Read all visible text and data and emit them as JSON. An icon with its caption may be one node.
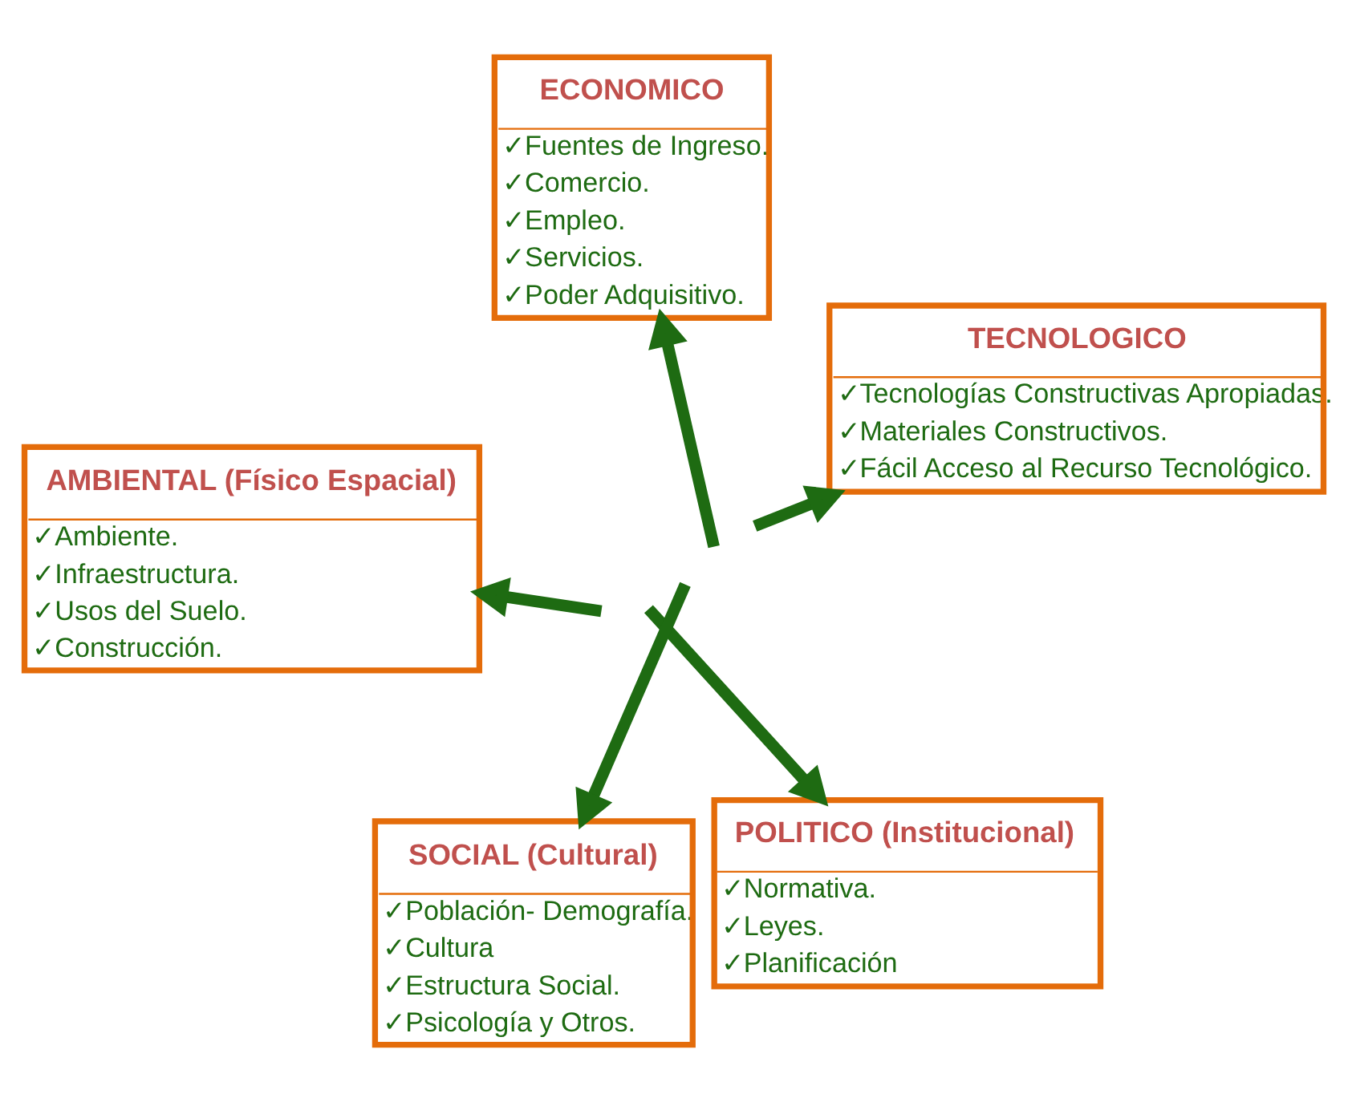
{
  "diagram": {
    "nodes": [
      {
        "text": [
          "AMBIENTAL (Físico Espacial)",
          "✓Ambiente.",
          "✓Infraestructura.",
          "✓Usos del Suelo.",
          "✓Construcción."
        ]
      },
      {
        "text": [
          "POLITICO (Institucional)",
          "✓Normativa.",
          "✓Leyes.",
          "✓Planificación"
        ]
      },
      {
        "text": [
          "SOCIAL (Cultural)",
          "✓Población- Demografía.",
          "✓Cultura",
          "✓Estructura Social.",
          "✓Psicología y Otros."
        ]
      },
      {
        "text": [
          "ECONOMICO",
          "✓Fuentes de Ingreso.",
          "✓Comercio.",
          "✓Empleo.",
          "✓Servicios.",
          "✓Poder Adquisitivo."
        ]
      },
      {
        "text": [
          "TECNOLOGICO",
          "✓Tecnologías Constructivas Apropiadas.",
          "✓Materiales Constructivos.",
          "✓Fácil Acceso al Recurso Tecnológico."
        ]
      }
    ],
    "edges": [
      {
        "from": null,
        "to": 0,
        "arrow": "to"
      },
      {
        "from": null,
        "to": 1,
        "arrow": "to"
      },
      {
        "from": null,
        "to": 2,
        "arrow": "to"
      },
      {
        "from": null,
        "to": 3,
        "arrow": "to"
      },
      {
        "from": null,
        "to": 4,
        "arrow": "to"
      }
    ]
  }
}
